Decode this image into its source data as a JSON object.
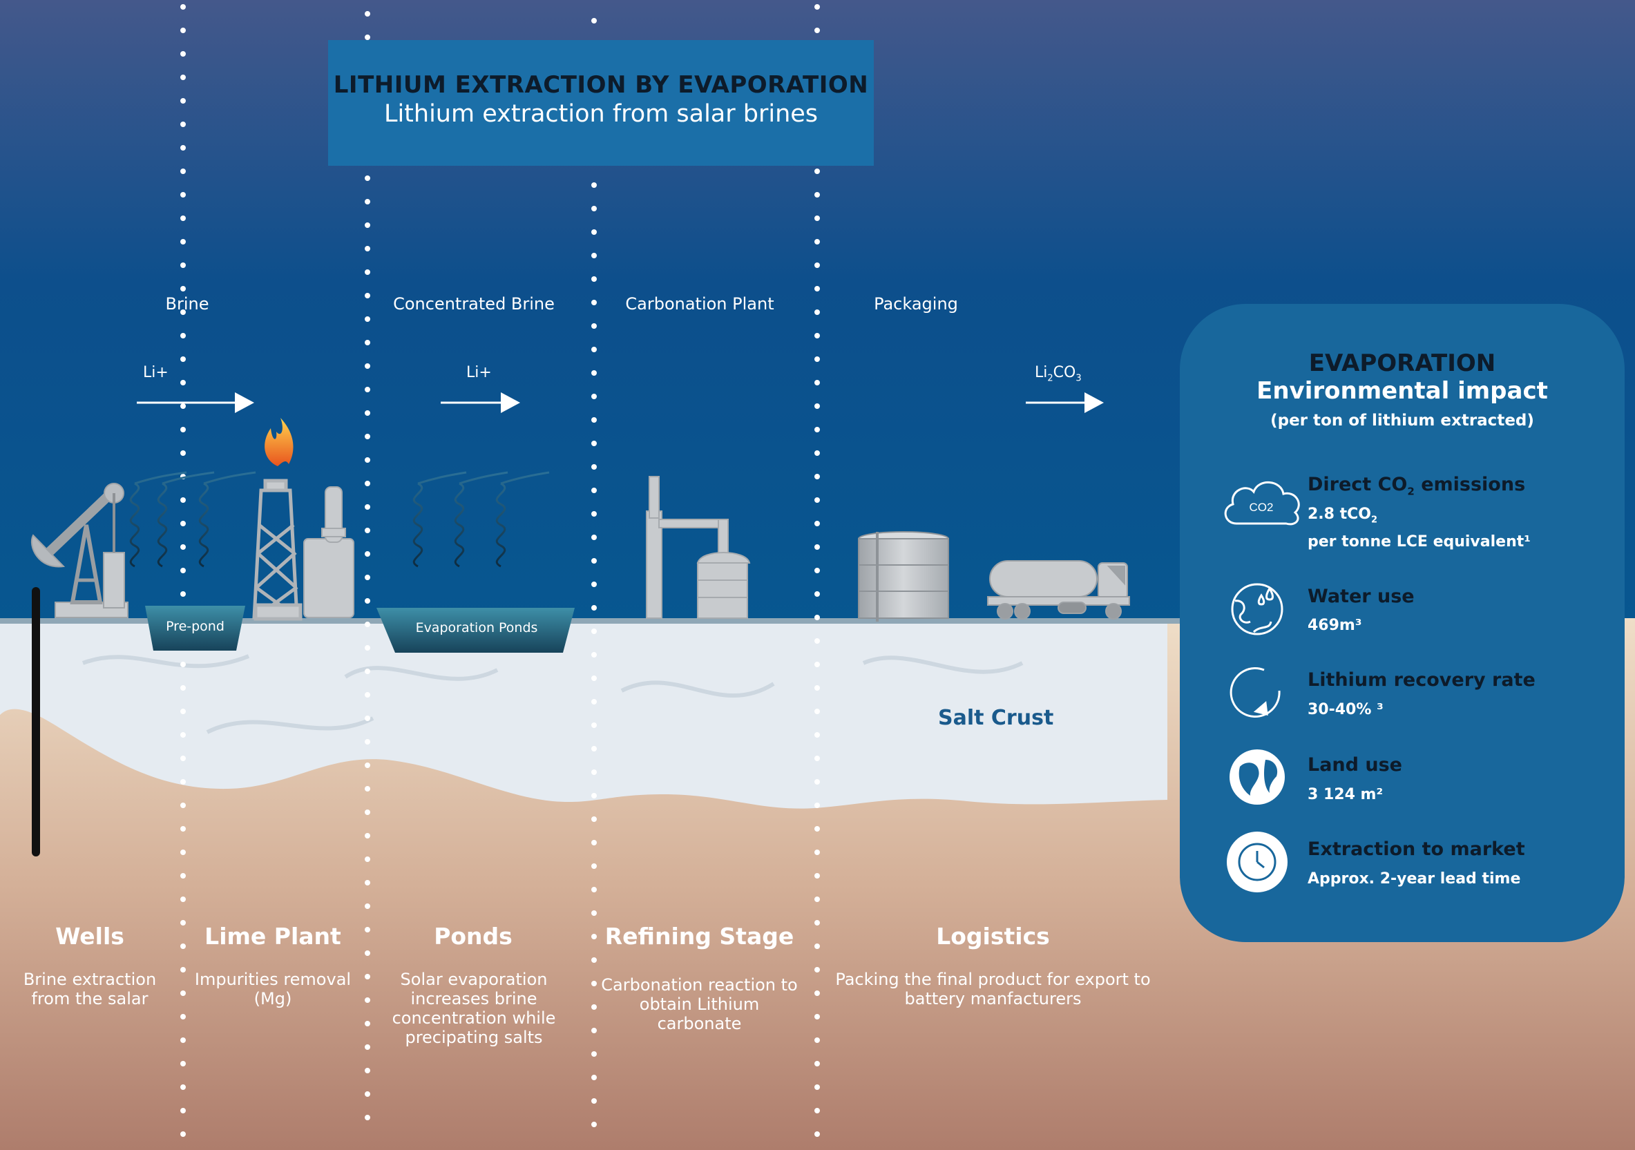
{
  "title": {
    "main": "LITHIUM EXTRACTION BY EVAPORATION",
    "sub": "Lithium extraction from salar brines"
  },
  "flow_labels": {
    "brine": "Brine",
    "concentrated_brine": "Concentrated Brine",
    "carbonation_plant": "Carbonation Plant",
    "packaging": "Packaging"
  },
  "ions": {
    "li_plus_1": "Li+",
    "li_plus_2": "Li+",
    "li2co3_a": "Li",
    "li2co3_sub1": "2",
    "li2co3_b": "CO",
    "li2co3_sub2": "3"
  },
  "ponds": {
    "pre_pond": "Pre-pond",
    "evaporation_ponds": "Evaporation Ponds"
  },
  "salt_crust": "Salt Crust",
  "stages": [
    {
      "title": "Wells",
      "desc": "Brine extraction from the salar"
    },
    {
      "title": "Lime Plant",
      "desc": "Impurities removal (Mg)"
    },
    {
      "title": "Ponds",
      "desc": "Solar evaporation increases brine concentration while precipating salts"
    },
    {
      "title": "Refining Stage",
      "desc": "Carbonation reaction to obtain Lithium carbonate"
    },
    {
      "title": "Logistics",
      "desc": "Packing the final product for export to battery manfacturers"
    }
  ],
  "impact_panel": {
    "heading1": "EVAPORATION",
    "heading2": "Environmental impact",
    "heading3": "(per ton of lithium extracted)",
    "co2_icon_text": "CO2",
    "indicators": [
      {
        "icon": "co2-cloud-icon",
        "label_a": "Direct CO",
        "label_sub": "2",
        "label_b": " emissions",
        "value_a": "2.8 tCO",
        "value_sub": "2",
        "value_line2": "per tonne LCE equivalent¹"
      },
      {
        "icon": "water-globe-icon",
        "label": "Water use",
        "value": "469m³"
      },
      {
        "icon": "recovery-cycle-icon",
        "label": "Lithium recovery rate",
        "value": "30-40% ³"
      },
      {
        "icon": "earth-globe-icon",
        "label": "Land use",
        "value": "3 124 m²"
      },
      {
        "icon": "clock-icon",
        "label": "Extraction to market",
        "value": "Approx. 2-year lead time"
      }
    ]
  },
  "colors": {
    "sky_top": "#44588b",
    "sky_bottom": "#0b5a93",
    "salt": "#e4ebf1",
    "ground_top": "#eedcc6",
    "ground_bottom": "#b07f6e",
    "panel": "#18679c",
    "title_box": "#1b6fa8"
  }
}
